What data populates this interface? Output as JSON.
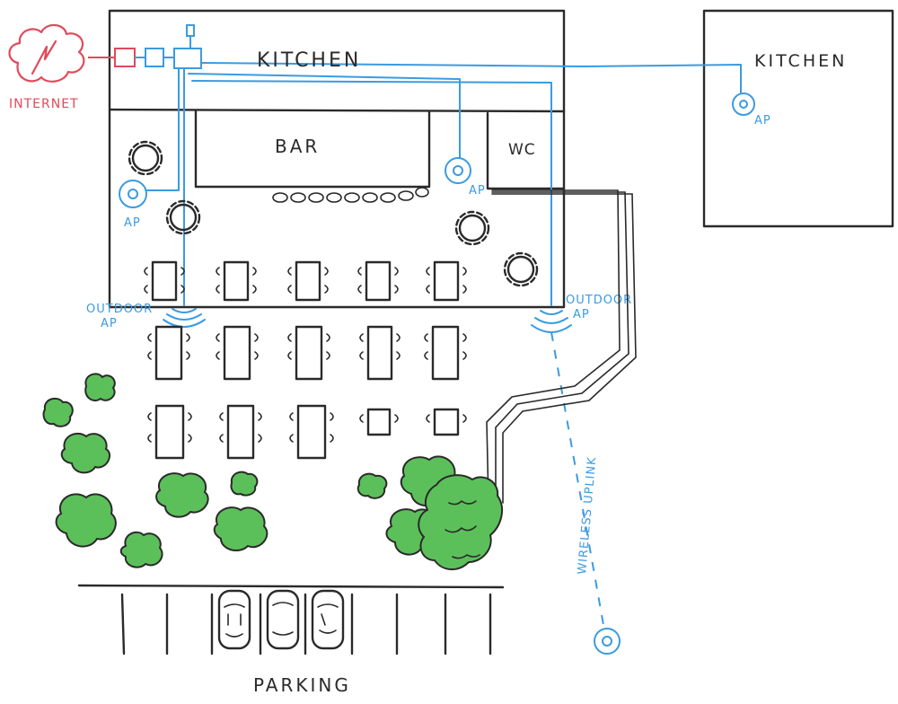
{
  "labels": {
    "internet": "INTERNET",
    "kitchen_main": "KITCHEN",
    "kitchen_remote": "KITCHEN",
    "bar": "BAR",
    "wc": "WC",
    "ap_left": "AP",
    "ap_bar": "AP",
    "ap_remote": "AP",
    "outdoor_left_1": "OUTDOOR",
    "outdoor_left_2": "AP",
    "outdoor_right_1": "OUTDOOR",
    "outdoor_right_2": "AP",
    "wireless_uplink": "WIRELESS UPLINK",
    "parking": "PARKING"
  },
  "colors": {
    "ink": "#2a2a2a",
    "network": "#3b9be0",
    "internet": "#e04a5a",
    "greenery": "#5cc05a"
  },
  "icons": [
    "internet-cloud-icon",
    "modem-icon",
    "router-icon",
    "switch-icon",
    "access-point-icon",
    "table-icon",
    "tree-icon",
    "car-icon"
  ]
}
